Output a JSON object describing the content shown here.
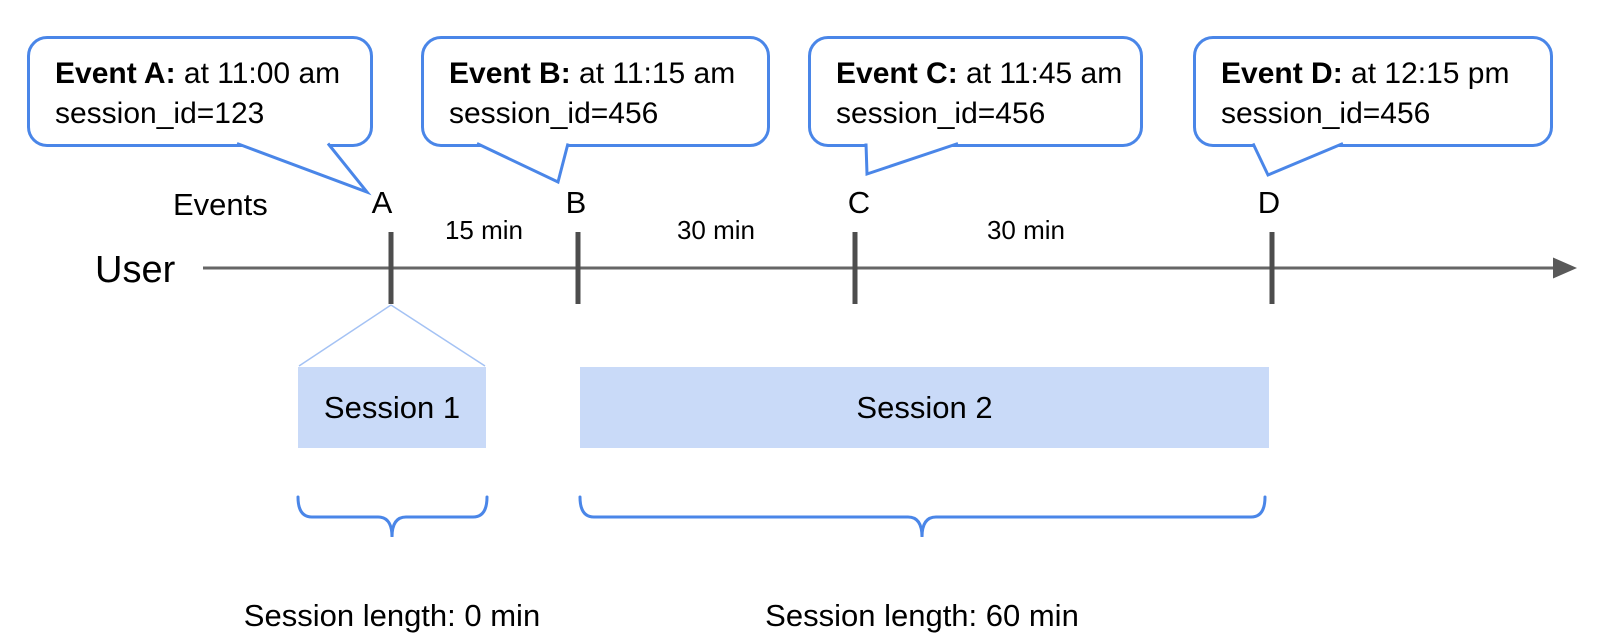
{
  "labels": {
    "events_axis": "Events",
    "user": "User"
  },
  "events": [
    {
      "letter": "A",
      "callout_bold": "Event A:",
      "callout_rest": " at 11:00 am",
      "callout_line2": "session_id=123"
    },
    {
      "letter": "B",
      "callout_bold": "Event B:",
      "callout_rest": " at 11:15 am",
      "callout_line2": "session_id=456"
    },
    {
      "letter": "C",
      "callout_bold": "Event C:",
      "callout_rest": " at 11:45 am",
      "callout_line2": "session_id=456"
    },
    {
      "letter": "D",
      "callout_bold": "Event D:",
      "callout_rest": " at 12:15 pm",
      "callout_line2": "session_id=456"
    }
  ],
  "intervals": [
    {
      "label": "15 min"
    },
    {
      "label": "30 min"
    },
    {
      "label": "30 min"
    }
  ],
  "sessions": [
    {
      "label": "Session 1",
      "length_label": "Session length: 0 min"
    },
    {
      "label": "Session 2",
      "length_label": "Session length: 60 min"
    }
  ],
  "colors": {
    "callout_border": "#4a86e8",
    "brace": "#4a86e8",
    "session_fill": "#c9daf8",
    "funnel_line": "#a4c2f4",
    "timeline_line": "#666666",
    "tick": "#4d4d4d",
    "arrowhead": "#595959",
    "text": "#000000"
  }
}
